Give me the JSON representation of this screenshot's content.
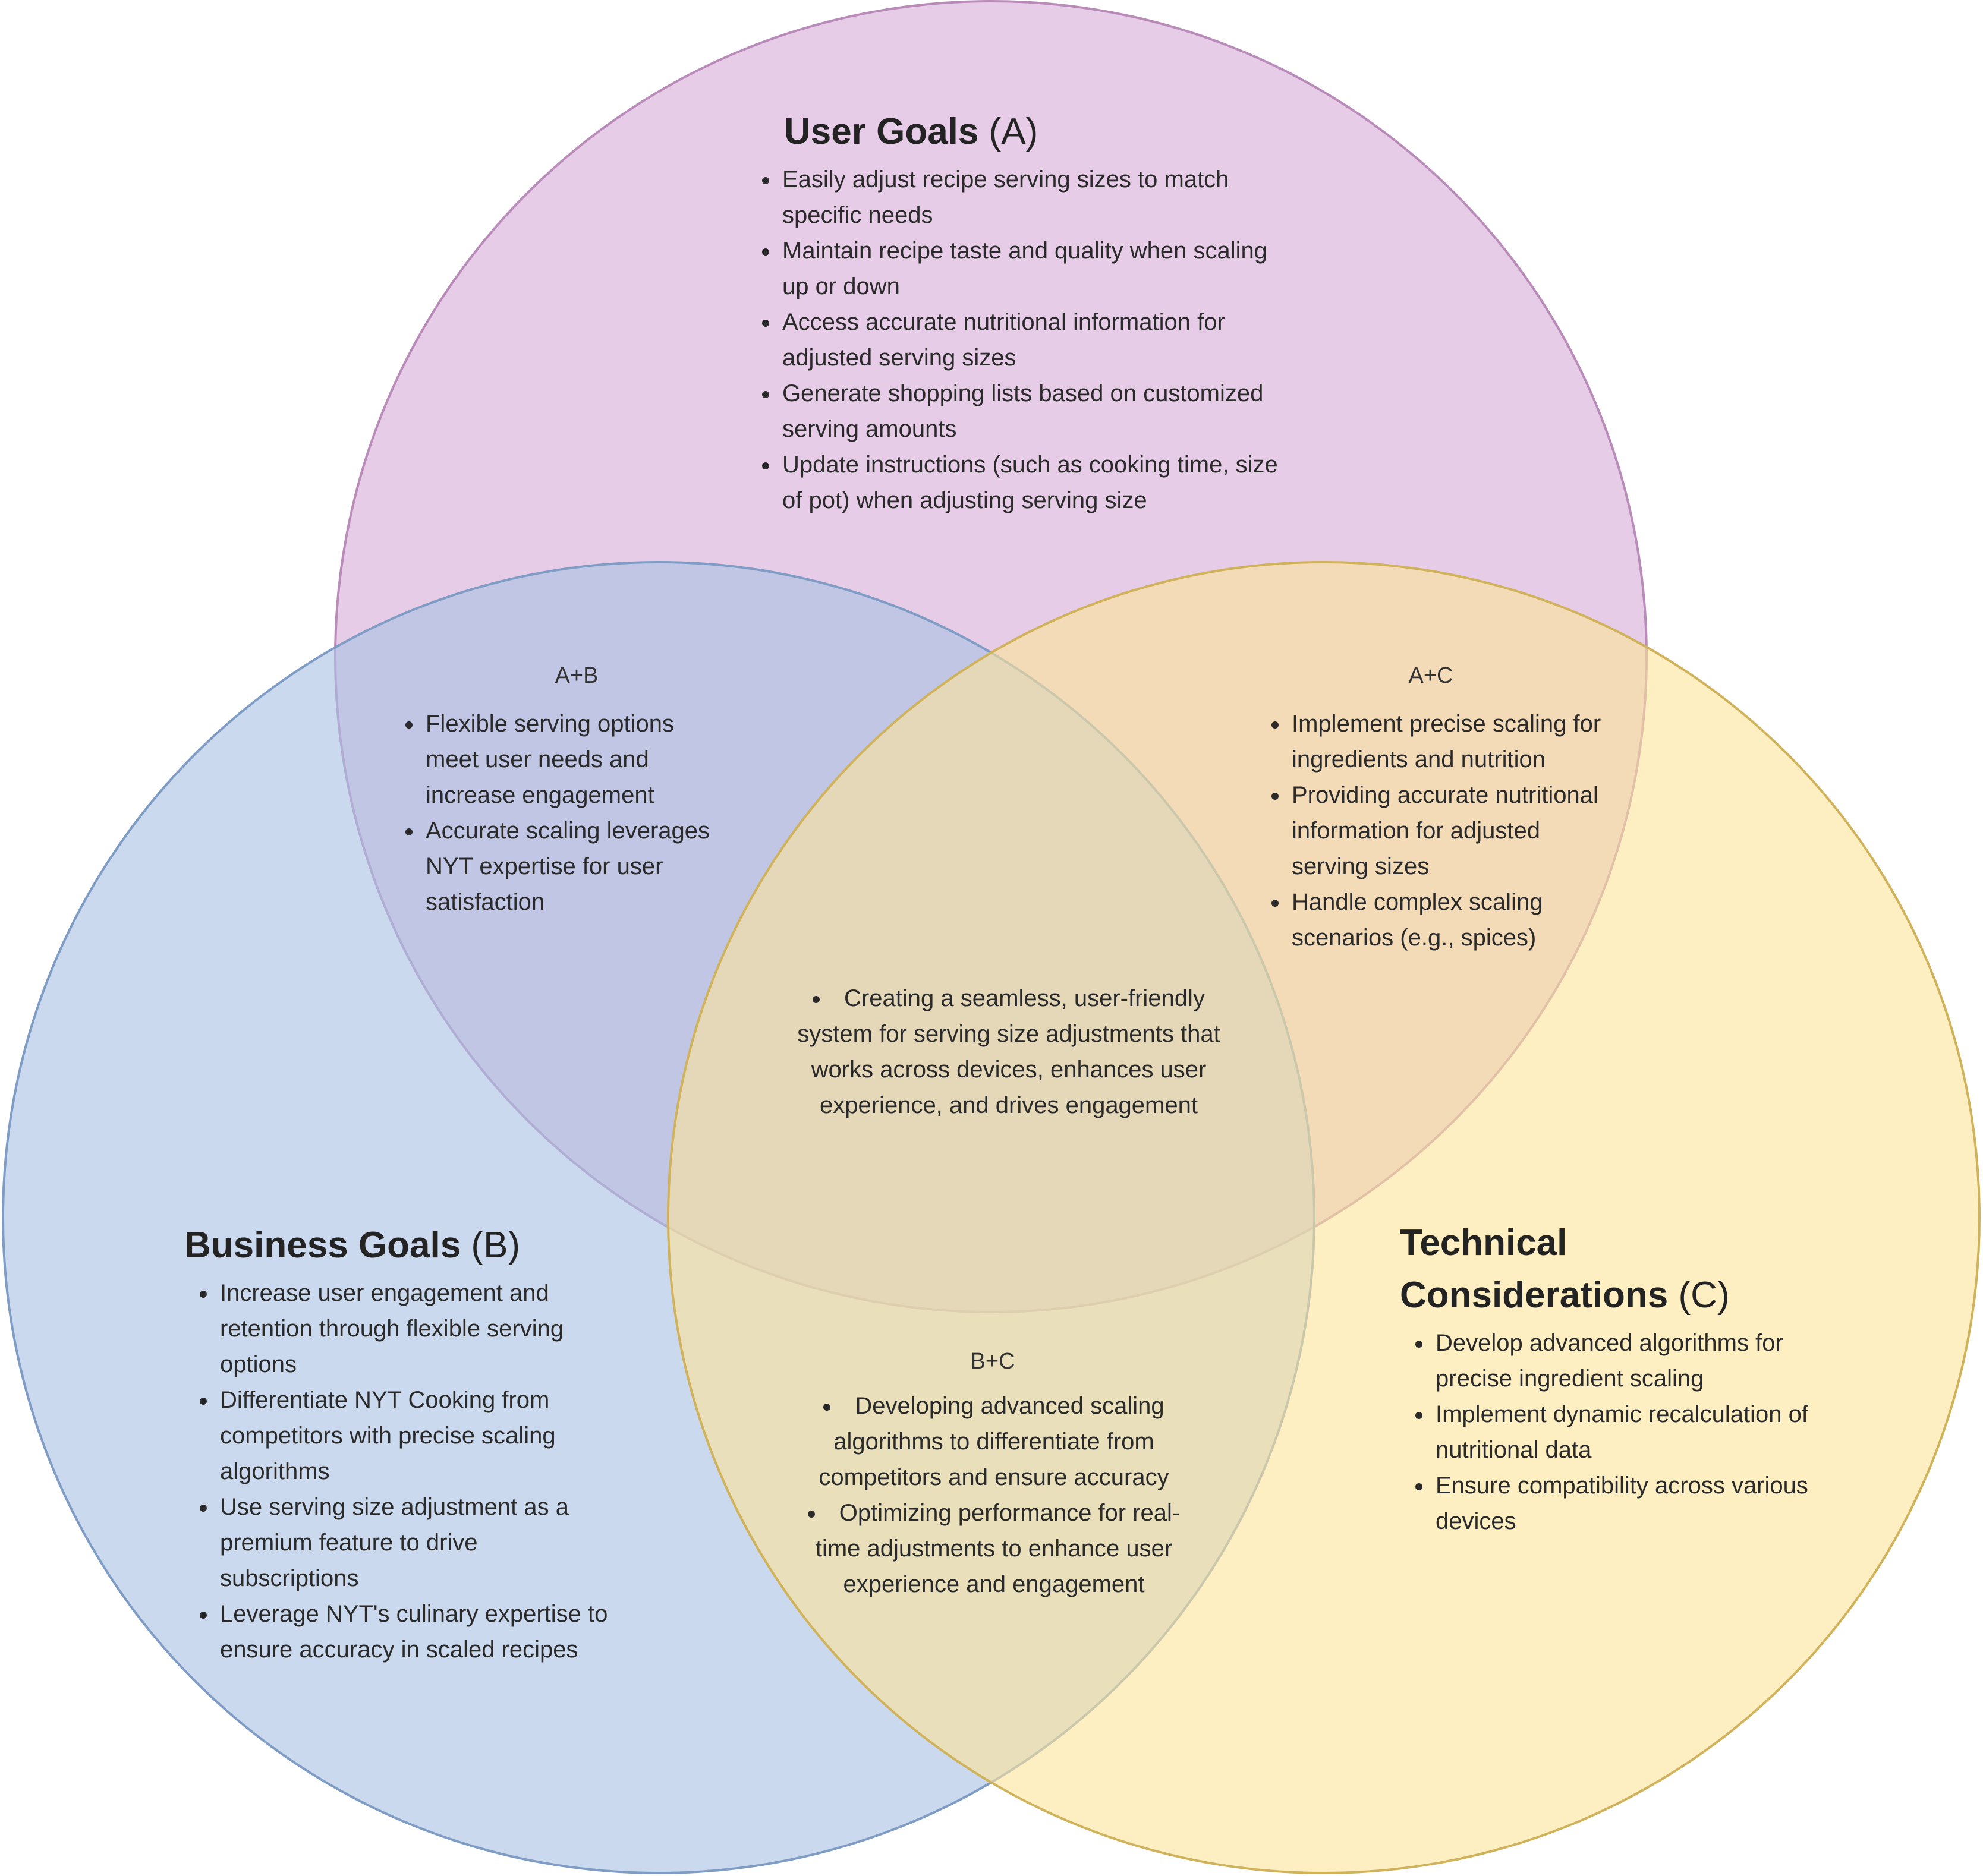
{
  "colors": {
    "circle_a": "#e3c3e3",
    "circle_a_stroke": "#b98bb9",
    "circle_b": "#a9c2e4",
    "circle_b_stroke": "#7f9cc4",
    "circle_c": "#fde59a",
    "circle_c_stroke": "#cfb25a"
  },
  "circles": {
    "a": {
      "title": "User Goals",
      "letter": "(A)",
      "items": [
        "Easily adjust recipe serving sizes to match specific needs",
        "Maintain recipe taste and quality when scaling up or down",
        "Access accurate nutritional information for adjusted serving sizes",
        "Generate shopping lists based on customized serving amounts",
        "Update instructions (such as cooking time, size of pot) when adjusting serving size"
      ]
    },
    "b": {
      "title": "Business Goals",
      "letter": "(B)",
      "items": [
        "Increase user engagement and retention through flexible serving options",
        "Differentiate NYT Cooking from competitors with precise scaling algorithms",
        "Use serving size adjustment as a premium feature to drive subscriptions",
        "Leverage NYT's culinary expertise to ensure accuracy in scaled recipes"
      ]
    },
    "c": {
      "title_line1": "Technical",
      "title_line2": "Considerations",
      "letter": "(C)",
      "items": [
        "Develop advanced algorithms for precise ingredient scaling",
        "Implement dynamic recalculation of nutritional data",
        "Ensure compatibility across various devices"
      ]
    }
  },
  "overlaps": {
    "ab": {
      "label": "A+B",
      "items": [
        "Flexible serving options meet user needs and increase engagement",
        "Accurate scaling leverages NYT expertise for user satisfaction"
      ]
    },
    "ac": {
      "label": "A+C",
      "items": [
        "Implement precise scaling for ingredients and nutrition",
        " Providing accurate nutritional information for adjusted serving sizes",
        "Handle complex scaling scenarios (e.g., spices)"
      ]
    },
    "bc": {
      "label": "B+C",
      "items": [
        "Developing advanced scaling algorithms to differentiate from competitors and ensure accuracy",
        "Optimizing performance for real-time adjustments to enhance user experience and engagement"
      ]
    },
    "abc": {
      "items": [
        "Creating a seamless, user-friendly system for serving size adjustments that works across devices, enhances user experience, and drives engagement"
      ]
    }
  }
}
